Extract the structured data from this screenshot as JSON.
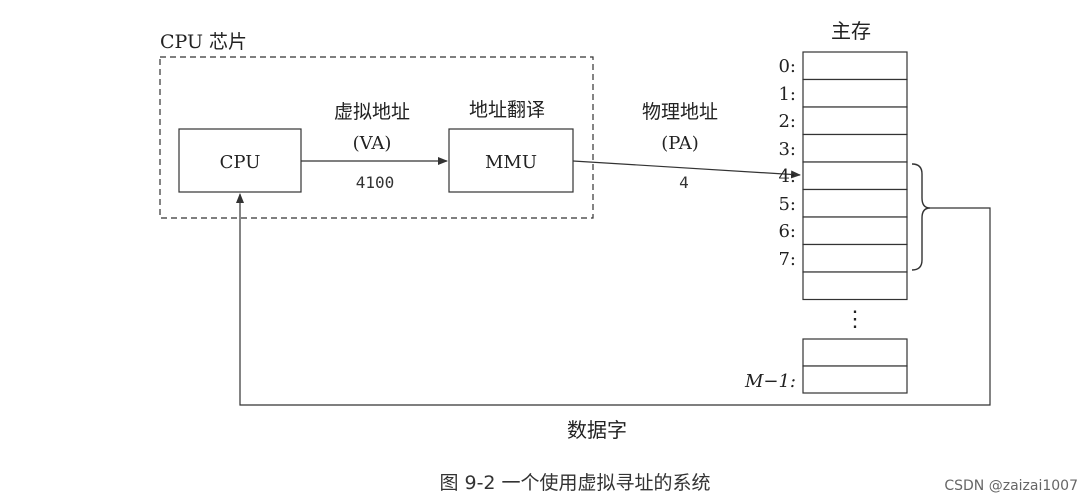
{
  "chip": {
    "label": "CPU 芯片",
    "cpu_label": "CPU",
    "mmu_label": "MMU"
  },
  "va": {
    "title": "虚拟地址",
    "abbr": "(VA)",
    "value": "4100"
  },
  "translate": {
    "title": "地址翻译"
  },
  "pa": {
    "title": "物理地址",
    "abbr": "(PA)",
    "value": "4"
  },
  "memory": {
    "title": "主存",
    "rows": [
      "0:",
      "1:",
      "2:",
      "3:",
      "4:",
      "5:",
      "6:",
      "7:"
    ],
    "ellipsis": "⋮",
    "last_row": "M−1:"
  },
  "data_word": "数据字",
  "caption": "图 9-2   一个使用虚拟寻址的系统",
  "watermark": "CSDN @zaizai1007"
}
